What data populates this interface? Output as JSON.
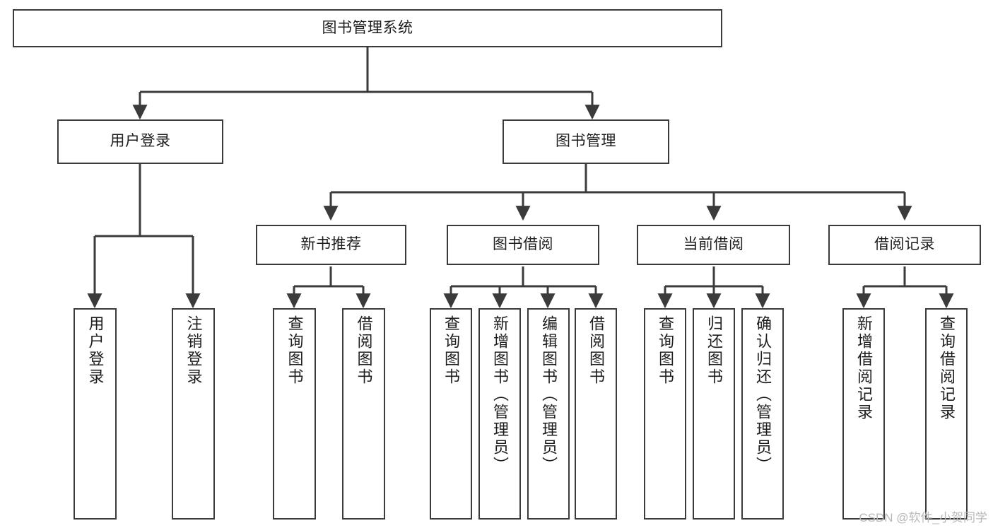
{
  "diagram": {
    "title": "图书管理系统",
    "type": "tree-hierarchy-diagram",
    "watermark": "CSDN @软件_小贺同学",
    "colors": {
      "box_border": "#3b3b3b",
      "box_fill": "#ffffff",
      "edge": "#3b3b3b",
      "text": "#1d1d1d",
      "watermark": "#b9b9b9",
      "background": "#ffffff"
    },
    "nodes": {
      "root": {
        "label": "图书管理系统"
      },
      "level2": [
        {
          "label": "用户登录"
        },
        {
          "label": "图书管理"
        }
      ],
      "level3": [
        {
          "label": "新书推荐"
        },
        {
          "label": "图书借阅"
        },
        {
          "label": "当前借阅"
        },
        {
          "label": "借阅记录"
        }
      ],
      "leaves": {
        "user_login": [
          {
            "label": "用户登录"
          },
          {
            "label": "注销登录"
          }
        ],
        "new_book_recommend": [
          {
            "label": "查询图书"
          },
          {
            "label": "借阅图书"
          }
        ],
        "book_borrow": [
          {
            "label": "查询图书"
          },
          {
            "label": "新增图书（管理员）"
          },
          {
            "label": "编辑图书（管理员）"
          },
          {
            "label": "借阅图书"
          }
        ],
        "current_borrow": [
          {
            "label": "查询图书"
          },
          {
            "label": "归还图书"
          },
          {
            "label": "确认归还（管理员）"
          }
        ],
        "borrow_record": [
          {
            "label": "新增借阅记录"
          },
          {
            "label": "查询借阅记录"
          }
        ]
      }
    }
  }
}
